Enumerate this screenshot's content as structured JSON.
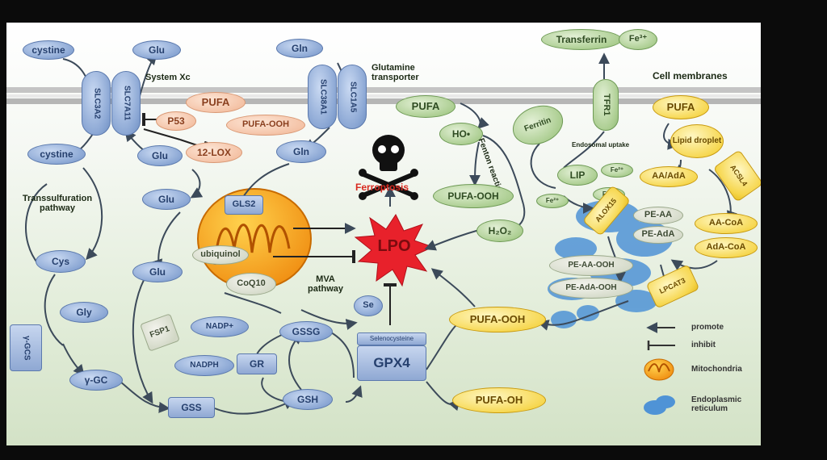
{
  "nodes": {
    "cystine_top": "cystine",
    "glu_top": "Glu",
    "slc7a11_left": "SLC3A2",
    "slc7a11_right": "SLC7A11",
    "system_xc": "System Xc",
    "gln_top": "Gln",
    "slc38a1": "SLC38A1",
    "slc1a5": "SLC1A5",
    "glutamine_transporter": "Glutamine transporter",
    "transferrin": "Transferrin",
    "fe3": "Fe³⁺",
    "tfr1": "TFR1",
    "cell_membrane": "Cell membranes",
    "pufa_top": "PUFA",
    "p53": "P53",
    "pufa_ooh_top": "PUFA-OOH",
    "lox12": "12-LOX",
    "cystine_low": "cystine",
    "glu_mid": "Glu",
    "gln_mid": "Gln",
    "pufa_green": "PUFA",
    "ho": "HO•",
    "fenton": "Fenton reaction",
    "pufa_ooh_green": "PUFA-OOH",
    "h2o2": "H₂O₂",
    "ferroptosis": "Ferroptosis",
    "ferritin": "Ferritin",
    "lip": "LIP",
    "endosomal_uptake": "Endosomal uptake",
    "fe2_a": "Fe²⁺",
    "fe2_b": "Fe²⁺",
    "fe3_b": "Fe³⁺",
    "pufa_right": "PUFA",
    "lipid_droplet": "Lipid droplet",
    "aa_ada": "AA/AdA",
    "acsl4": "ACSL4",
    "alox15": "ALOX15",
    "pe_aa": "PE-AA",
    "pe_ada": "PE-AdA",
    "aa_coa": "AA-CoA",
    "ada_coa": "AdA-CoA",
    "pe_aa_ooh": "PE-AA-OOH",
    "pe_ada_ooh": "PE-AdA-OOH",
    "lpcat3": "LPCAT3",
    "transsulfuration": "Transsulfuration pathway",
    "glu_a": "Glu",
    "glu_b": "Glu",
    "cys": "Cys",
    "gly": "Gly",
    "gcs": "γ-GCS",
    "ggc": "γ-GC",
    "gss": "GSS",
    "gls2": "GLS2",
    "ubiquinol": "ubiquinol",
    "coq10": "CoQ10",
    "lpo": "LPO",
    "mva_pathway": "MVA pathway",
    "se": "Se",
    "fsp1": "FSP1",
    "nadp": "NADP+",
    "nadph": "NADPH",
    "gr": "GR",
    "gssg": "GSSG",
    "gsh": "GSH",
    "selenocysteine": "Selenocysteine",
    "gpx4": "GPX4",
    "pufa_ooh_yellow": "PUFA-OOH",
    "pufa_oh": "PUFA-OH"
  },
  "legend": {
    "promote": "promote",
    "inhibit": "inhibit",
    "mitochondria": "Mitochondria",
    "er": "Endoplasmic reticulum"
  },
  "colors": {
    "panel_bg": "#ffffff",
    "frame": "#0b0b0b",
    "membrane": "#b9b9b9",
    "blue_node": "#8ba7d4",
    "green_node": "#a9cc8e",
    "yellow_node": "#f6d64c",
    "peach_node": "#f3bea0",
    "lpo_burst": "#e8212b",
    "ferroptosis_text": "#d8291f",
    "mitochondria": "#f2a31c",
    "er": "#4f93d6"
  }
}
